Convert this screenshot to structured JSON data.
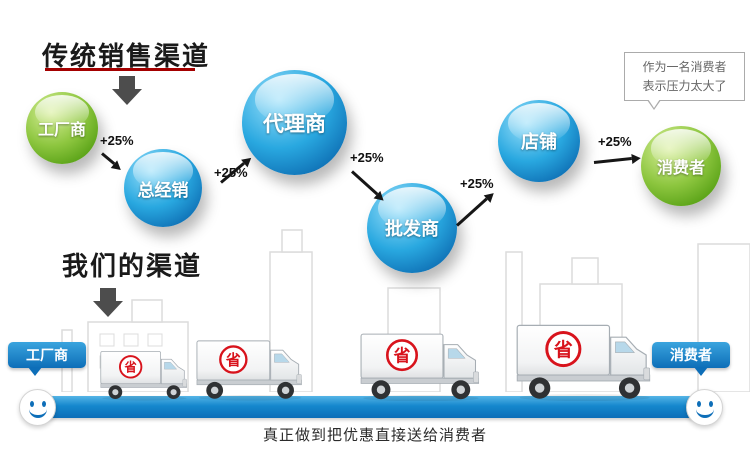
{
  "page": {
    "title_traditional": "传统销售渠道",
    "title_ours": "我们的渠道",
    "caption": "真正做到把优惠直接送给消费者"
  },
  "chain": {
    "increment": "+25%",
    "nodes": [
      {
        "label": "工厂商",
        "color": "green"
      },
      {
        "label": "总经销",
        "color": "blue"
      },
      {
        "label": "代理商",
        "color": "blue"
      },
      {
        "label": "批发商",
        "color": "blue"
      },
      {
        "label": "店铺",
        "color": "blue"
      },
      {
        "label": "消费者",
        "color": "green"
      }
    ]
  },
  "bubble": {
    "line1": "作为一名消费者",
    "line2": "表示压力太大了"
  },
  "pipeline": {
    "left_label": "工厂商",
    "right_label": "消费者",
    "truck_badge": "省"
  },
  "colors": {
    "sphere_green": "#8dc63f",
    "sphere_blue": "#29a8e0",
    "bar_blue": "#1587cd",
    "badge_red": "#d8131c",
    "underline_red": "#a40000"
  }
}
